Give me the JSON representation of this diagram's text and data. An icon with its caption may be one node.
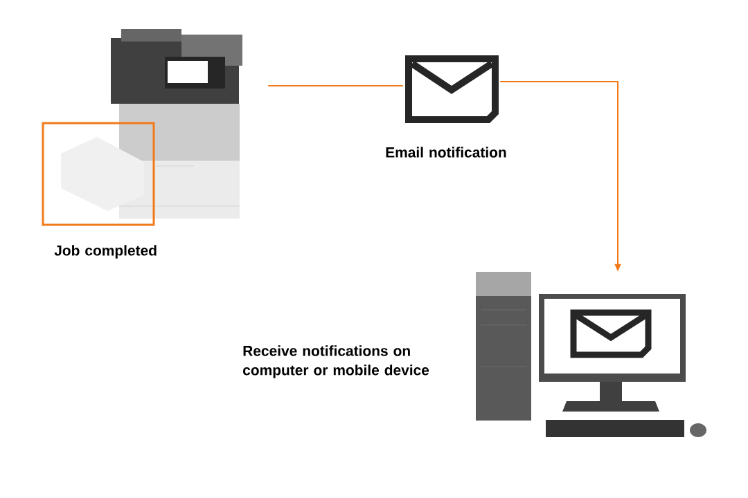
{
  "diagram": {
    "nodes": [
      {
        "text": [],
        "shape": "picture",
        "beside": [
          "Job completed"
        ]
      },
      {
        "text": [],
        "shape": "picture",
        "beside": [
          "Email notification"
        ]
      },
      {
        "text": [],
        "shape": "picture",
        "beside": [
          "Receive notifications on computer or mobile device"
        ]
      }
    ],
    "edges": [
      {
        "from": 0,
        "to": 1,
        "arrow": "none"
      },
      {
        "from": 1,
        "to": 2,
        "arrow": "to"
      }
    ]
  }
}
